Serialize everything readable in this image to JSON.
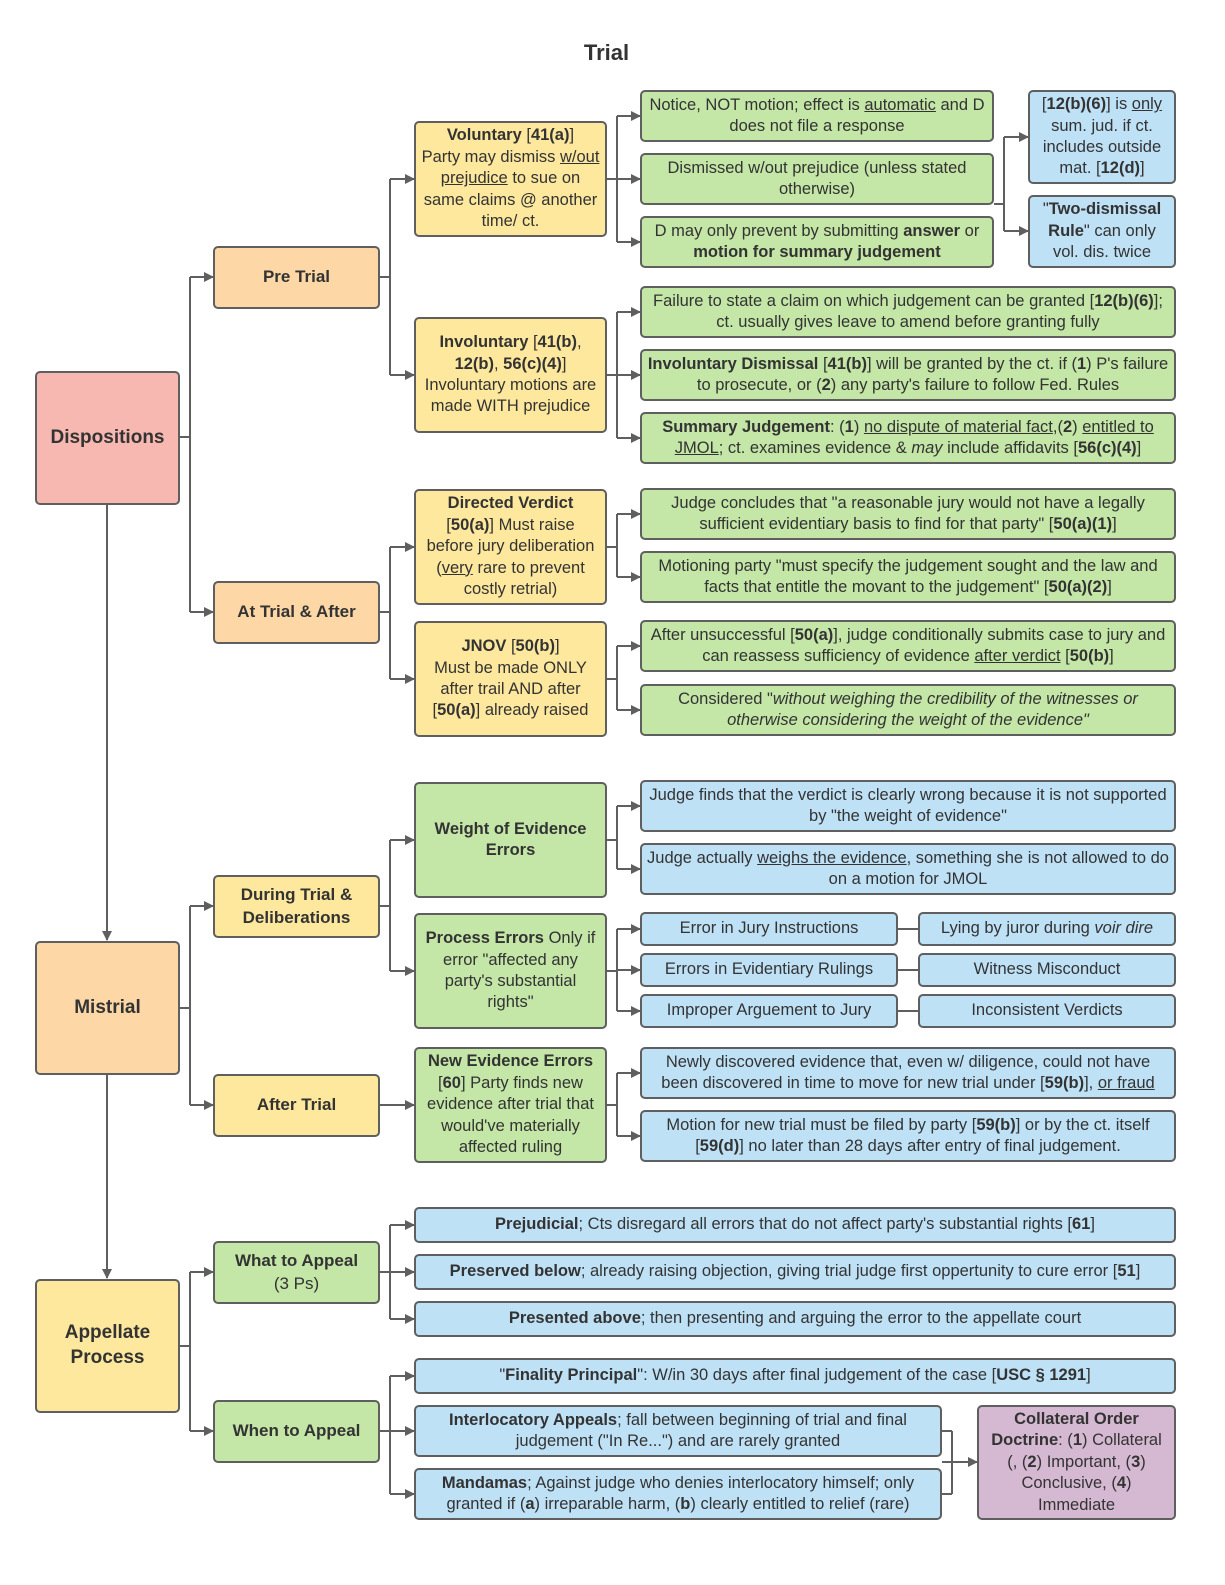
{
  "title": "Trial",
  "colors": {
    "red": "#f7b8b1",
    "orange": "#fdd8a6",
    "yellow": "#fde89d",
    "green": "#c4e6a7",
    "blue": "#bfe1f6",
    "purple": "#d5b8d1",
    "line": "#5f5f5f"
  },
  "categories": {
    "dispositions": "Dispositions",
    "mistrial": "Mistrial",
    "appellate_1": "Appellate",
    "appellate_2": "Process"
  },
  "stages": {
    "pre_trial": "Pre Trial",
    "at_trial": "At Trial & After",
    "during_trial_1": "During Trial &",
    "during_trial_2": "Deliberations",
    "after_trial": "After Trial",
    "what_to_appeal": "What to Appeal",
    "what_to_appeal_sub": "(3 Ps)",
    "when_to_appeal": "When to Appeal"
  },
  "voluntary": {
    "t1": "Voluntary",
    "t2": " [",
    "t3": "41(a)",
    "t4": "]",
    "t5": "Party may dismiss ",
    "t6": "w/out",
    "t7": " ",
    "t8": "prejudice",
    "t9": " to sue on same claims @ another time/ ct.",
    "notice_1": "Notice, NOT motion; effect is ",
    "notice_2": "automatic",
    "notice_3": " and D does not file a response",
    "dismissed": "Dismissed w/out prejudice (unless stated otherwise)",
    "prevent_1": "D may only prevent by submitting ",
    "prevent_2": "answer",
    "prevent_3": " or ",
    "prevent_4": "motion for summary judgement",
    "rule_12b6_1": "[",
    "rule_12b6_2": "12(b)(6)",
    "rule_12b6_3": "] is ",
    "rule_12b6_4": "only",
    "rule_12b6_5": " sum. jud. if ct. includes outside mat. [",
    "rule_12b6_6": "12(d)",
    "rule_12b6_7": "]",
    "two_dismissal_1": "\"",
    "two_dismissal_2": "Two-dismissal Rule",
    "two_dismissal_3": "\" can only vol. dis. twice"
  },
  "involuntary": {
    "t1": "Involuntary",
    "t2": " [",
    "t3": "41(b)",
    "t4": ", ",
    "t5": "12(b)",
    "t6": ", ",
    "t7": "56(c)(4)",
    "t8": "]",
    "t9": "Involuntary motions are made WITH prejudice",
    "failure_1": "Failure to state a claim on which judgement can be granted [",
    "failure_2": "12(b)(6)",
    "failure_3": "]; ct. usually gives leave to amend before granting fully",
    "invol_1": "Involuntary Dismissal",
    "invol_2": " [",
    "invol_3": "41(b)",
    "invol_4": "] will be granted by the ct. if (",
    "invol_5": "1",
    "invol_6": ") P's failure to prosecute, or (",
    "invol_7": "2",
    "invol_8": ") any party's failure to follow Fed. Rules",
    "sj_1": "Summary Judgement",
    "sj_2": ": (",
    "sj_3": "1",
    "sj_4": ") ",
    "sj_5": "no dispute of material fact",
    "sj_6": ",(",
    "sj_7": "2",
    "sj_8": ") ",
    "sj_9": "entitled to JMOL",
    "sj_10": "; ct. examines evidence & ",
    "sj_11": "may",
    "sj_12": " include affidavits [",
    "sj_13": "56(c)(4)",
    "sj_14": "]"
  },
  "directed_verdict": {
    "t1": "Directed Verdict",
    "t2": "[",
    "t3": "50(a)",
    "t4": "] Must raise before jury deliberation (",
    "t5": "very",
    "t6": " rare to prevent costly retrial)",
    "judge_1": "Judge concludes that \"a reasonable jury would not have a legally sufficient evidentiary basis to find for that party\" [",
    "judge_2": "50(a)(1)",
    "judge_3": "]",
    "motioning_1": "Motioning party \"must specify the judgement sought and the law and facts that entitle the movant to the judgement\" [",
    "motioning_2": "50(a)(2)",
    "motioning_3": "]"
  },
  "jnov": {
    "t1": "JNOV",
    "t2": " [",
    "t3": "50(b)",
    "t4": "]",
    "t5": "Must be made ONLY after trail AND after [",
    "t6": "50(a)",
    "t7": "] already raised",
    "after_1": "After unsuccessful [",
    "after_2": "50(a)",
    "after_3": "], judge conditionally submits case to jury and can reassess sufficiency of evidence ",
    "after_4": "after verdict",
    "after_5": " [",
    "after_6": "50(b)",
    "after_7": "]",
    "considered_1": "Considered \"",
    "considered_2": "without weighing the credibility of the witnesses or otherwise considering the weight of the evidence\""
  },
  "weight_errors": {
    "title": "Weight of Evidence Errors",
    "wrong": "Judge finds that the verdict is clearly wrong because it is not supported by \"the weight of evidence\"",
    "weighs_1": "Judge actually ",
    "weighs_2": "weighs the evidence",
    "weighs_3": ", something she is not allowed to do on a motion for JMOL"
  },
  "process_errors": {
    "t1": "Process Errors",
    "t2": " Only if error \"affected any party's substantial rights\"",
    "items": [
      "Error in Jury Instructions",
      "Errors in Evidentiary Rulings",
      "Improper Arguement to Jury"
    ],
    "lying_1": "Lying by juror during ",
    "lying_2": "voir dire",
    "witness": "Witness Misconduct",
    "inconsistent": "Inconsistent Verdicts"
  },
  "new_evidence": {
    "t1": "New Evidence Errors",
    "t2": "[",
    "t3": "60",
    "t4": "] Party finds new evidence after trial that would've materially affected ruling",
    "discovered_1": "Newly discovered evidence that, even w/ diligence, could not have been discovered in time to move for new trial under [",
    "discovered_2": "59(b)",
    "discovered_3": "], ",
    "discovered_4": "or fraud",
    "motion_1": "Motion for new trial must be filed by party [",
    "motion_2": "59(b)",
    "motion_3": "] or by the ct. itself [",
    "motion_4": "59(d)",
    "motion_5": "] no later than 28 days after entry of final judgement."
  },
  "what_to_appeal": {
    "prejudicial_1": "Prejudicial",
    "prejudicial_2": "; Cts disregard all errors that do not affect party's substantial rights [",
    "prejudicial_3": "61",
    "prejudicial_4": "]",
    "preserved_1": "Preserved below",
    "preserved_2": "; already raising objection, giving trial judge first oppertunity to cure error [",
    "preserved_3": "51",
    "preserved_4": "]",
    "presented_1": "Presented above",
    "presented_2": "; then presenting and arguing the error to the appellate court"
  },
  "when_to_appeal": {
    "finality_1": "\"",
    "finality_2": "Finality Principal",
    "finality_3": "\": W/in 30 days after final judgement of the case [",
    "finality_4": "USC § 1291",
    "finality_5": "]",
    "interlocutory_1": "Interlocatory Appeals",
    "interlocutory_2": "; fall between beginning of trial and final judgement (\"In Re...\") and are rarely granted",
    "mandamas_1": "Mandamas",
    "mandamas_2": "; Against judge who denies interlocatory himself; only granted if (",
    "mandamas_3": "a",
    "mandamas_4": ") irreparable harm, (",
    "mandamas_5": "b",
    "mandamas_6": ") clearly entitled to relief (rare)",
    "collateral_1": "Collateral Order Doctrine",
    "collateral_2": ": (",
    "collateral_3": "1",
    "collateral_4": ") Collateral (, (",
    "collateral_5": "2",
    "collateral_6": ") Important, (",
    "collateral_7": "3",
    "collateral_8": ") Conclusive, (",
    "collateral_9": "4",
    "collateral_10": ") Immediate"
  }
}
